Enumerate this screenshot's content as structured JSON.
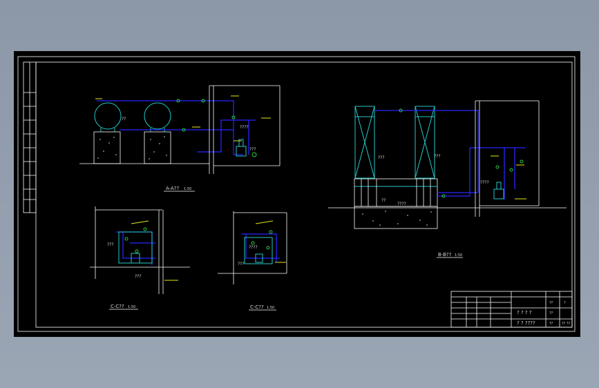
{
  "sections": {
    "aa": {
      "title": "A-A??",
      "scale": "1:50"
    },
    "bb": {
      "title": "B-B??",
      "scale": "1:50"
    },
    "cc": {
      "title": "C-C??",
      "scale": "1:50"
    },
    "dd": {
      "title": "C-C??",
      "scale": "1:50"
    }
  },
  "labels": {
    "q2": "??",
    "q3": "???",
    "q4": "????",
    "q3b": "???",
    "q4b": "????"
  },
  "title_block": {
    "name_top": "? ? ? ?",
    "name_bottom": "? ? ????",
    "cell_a": "??",
    "cell_b": "??",
    "cell_c": "??",
    "scale_top": "?",
    "sheet_no": "?? ??"
  },
  "colors": {
    "frame": "#ffffff",
    "pipe": "#2626ff",
    "equipment": "#27c9c9",
    "valve": "#2ecc40",
    "annotation": "#e8e820",
    "background": "#000000"
  }
}
